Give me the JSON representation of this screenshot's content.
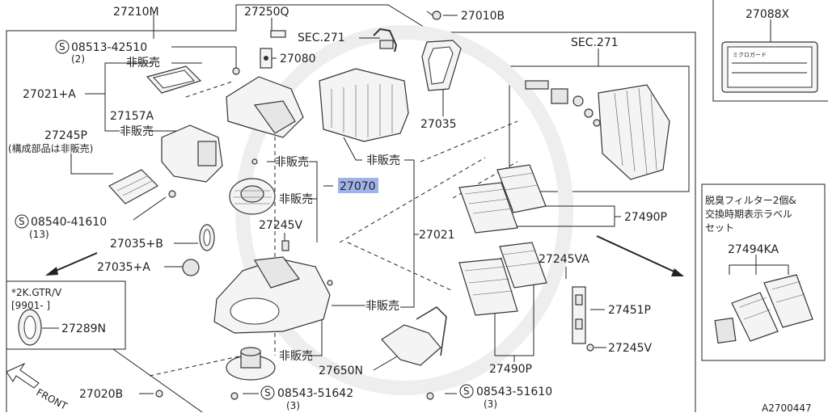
{
  "labels": {
    "top_assembly": "27210M",
    "p27250q": "27250Q",
    "p27010b": "27010B",
    "p27088x": "27088X",
    "s08513": "08513-42510",
    "s08513_qty": "(2)",
    "nonsale": "非販売",
    "sec271_a": "SEC.271",
    "p27080": "27080",
    "sec271_b": "SEC.271",
    "p27021a": "27021+A",
    "p27157a": "27157A",
    "p27035": "27035",
    "p27245p": "27245P",
    "p27245p_note": "(構成部品は非販売)",
    "p27070": "27070",
    "p27021": "27021",
    "p27490p_a": "27490P",
    "s08540": "08540-41610",
    "s08540_qty": "(13)",
    "p27245v_a": "27245V",
    "p27035b": "27035+B",
    "p27035a": "27035+A",
    "p27245va": "27245VA",
    "gtr_note": "*2K.GTR/V",
    "gtr_range": "[9901-      ]",
    "p27289n": "27289N",
    "p27451p": "27451P",
    "p27245v_b": "27245V",
    "p27650n": "27650N",
    "p27490p_b": "27490P",
    "p27020b": "27020B",
    "s08543_a": "08543-51642",
    "s08543_a_qty": "(3)",
    "s08543_b": "08543-51610",
    "s08543_b_qty": "(3)",
    "front": "FRONT",
    "filter_note_1": "脱臭フィルター2個&",
    "filter_note_2": "交換時期表示ラベル",
    "filter_note_3": "セット",
    "p27494ka": "27494KA",
    "code": "A2700447",
    "s_mark": "S",
    "label_tag": "ミクロガード"
  },
  "highlight_color": "#9fb3e8"
}
